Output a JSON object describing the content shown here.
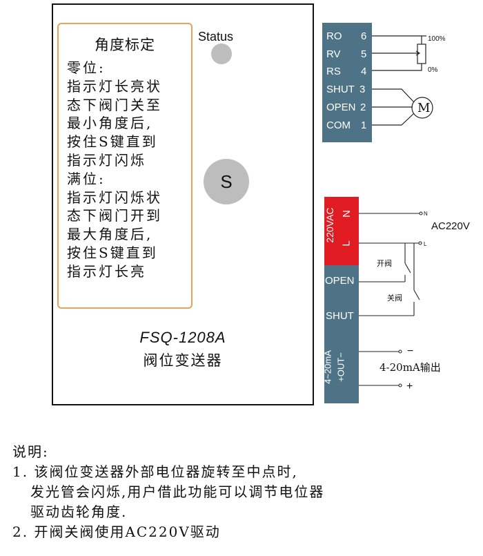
{
  "device": {
    "model": "FSQ-1208A",
    "name": "阀位变送器",
    "status_label": "Status",
    "s_button_label": "S"
  },
  "calibration": {
    "title": "角度标定",
    "lines": [
      "零位:",
      "指示灯长亮状",
      "态下阀门关至",
      "最小角度后,",
      "按住S键直到",
      "指示灯闪烁",
      "满位:",
      "指示灯闪烁状",
      "态下阀门开到",
      "最大角度后,",
      "按住S键直到",
      "指示灯长亮"
    ]
  },
  "terminals_top": [
    {
      "name": "RO",
      "num": "6"
    },
    {
      "name": "RV",
      "num": "5"
    },
    {
      "name": "RS",
      "num": "4"
    },
    {
      "name": "SHUT",
      "num": "3"
    },
    {
      "name": "OPEN",
      "num": "2"
    },
    {
      "name": "COM",
      "num": "1"
    }
  ],
  "pot": {
    "top_label": "100%",
    "bottom_label": "0%"
  },
  "motor": {
    "label": "M"
  },
  "power": {
    "vac_label": "220VAC",
    "n_label": "N",
    "l_label": "L",
    "n_small": "N",
    "l_small": "L",
    "ac_label": "AC220V",
    "open_switch": "开阀",
    "shut_switch": "关阀"
  },
  "bottom_terminals": {
    "open": "OPEN",
    "shut": "SHUT",
    "ma": "4~20mA",
    "out": "+OUT−",
    "minus": "−",
    "plus": "+",
    "output_label": "4-20mA输出"
  },
  "notes": {
    "heading": "说明:",
    "lines": [
      "1. 该阀位变送器外部电位器旋转至中点时,",
      "   发光管会闪烁,用户借此功能可以调节电位器",
      "   驱动齿轮角度.",
      "2. 开阀关阀使用AC220V驱动"
    ]
  }
}
